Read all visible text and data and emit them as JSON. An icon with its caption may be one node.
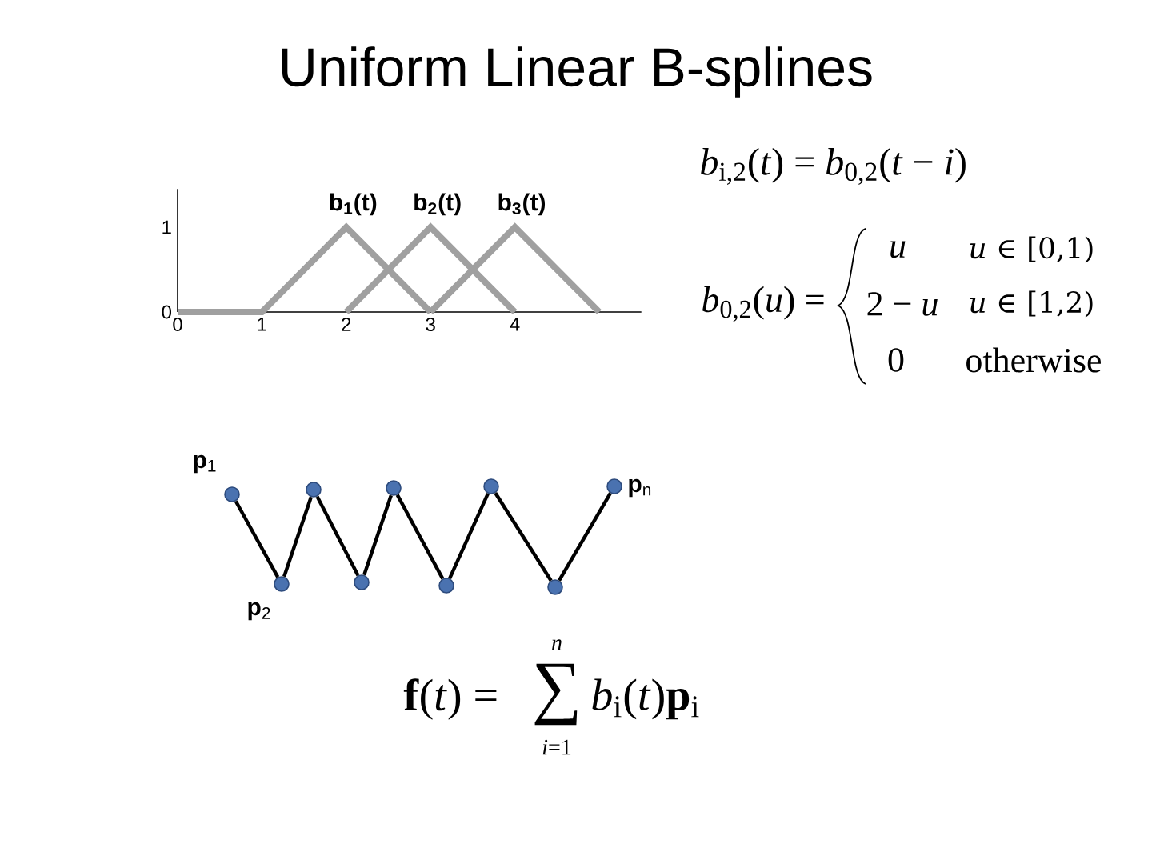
{
  "diagram": {
    "title": "Uniform Linear B-splines",
    "nodes": [
      {
        "text": [],
        "shape": "circle",
        "beside": [
          "**p**$_{1}$"
        ]
      },
      {
        "text": [],
        "shape": "circle",
        "beside": [
          "**p**$_{2}$"
        ]
      },
      {
        "text": [],
        "shape": "circle"
      },
      {
        "text": [],
        "shape": "circle"
      },
      {
        "text": [],
        "shape": "circle"
      },
      {
        "text": [],
        "shape": "circle"
      },
      {
        "text": [],
        "shape": "circle"
      },
      {
        "text": [],
        "shape": "circle"
      },
      {
        "text": [],
        "shape": "circle",
        "beside": [
          "**p**$_{n}$"
        ]
      }
    ],
    "edges": [
      {
        "from": 0,
        "to": 1,
        "arrow": "none"
      },
      {
        "from": 1,
        "to": 2,
        "arrow": "none"
      },
      {
        "from": 2,
        "to": 3,
        "arrow": "none"
      },
      {
        "from": 3,
        "to": 4,
        "arrow": "none"
      },
      {
        "from": 4,
        "to": 5,
        "arrow": "none"
      },
      {
        "from": 5,
        "to": 6,
        "arrow": "none"
      },
      {
        "from": 6,
        "to": 7,
        "arrow": "none"
      },
      {
        "from": 7,
        "to": 8,
        "arrow": "none"
      }
    ],
    "labels": [
      "*b*$_{i,2}$(*t*) = *b*$_{0,2}$(*t* − *i*)",
      "*b*$_{0,2}$(*u*) =",
      "u",
      "*u* ∈ [0,1)",
      "2 − *u*",
      "*u* ∈ [1,2)",
      "0",
      "otherwise",
      "**f**(*t*) =",
      "n",
      "∑",
      "*i*=1",
      "*b*$_{i}$(*t*)**p**$_{i}$"
    ],
    "chart_data": {
      "type": "line",
      "x": [
        0,
        1,
        2,
        3,
        4,
        5
      ],
      "series": [
        {
          "name": "b$_{1}$(t)",
          "color": "#a0a0a0",
          "values": [
            0,
            0,
            1,
            0,
            null,
            null
          ]
        },
        {
          "name": "b$_{2}$(t)",
          "color": "#a0a0a0",
          "values": [
            null,
            null,
            0,
            1,
            0,
            null
          ]
        },
        {
          "name": "b$_{3}$(t)",
          "color": "#a0a0a0",
          "values": [
            null,
            null,
            null,
            0,
            1,
            0
          ]
        }
      ],
      "xlim": [
        0,
        5.5
      ],
      "ylim": [
        0,
        1.45
      ],
      "xticks": [
        0,
        1,
        2,
        3,
        4
      ],
      "yticks": [
        0,
        1
      ]
    }
  }
}
